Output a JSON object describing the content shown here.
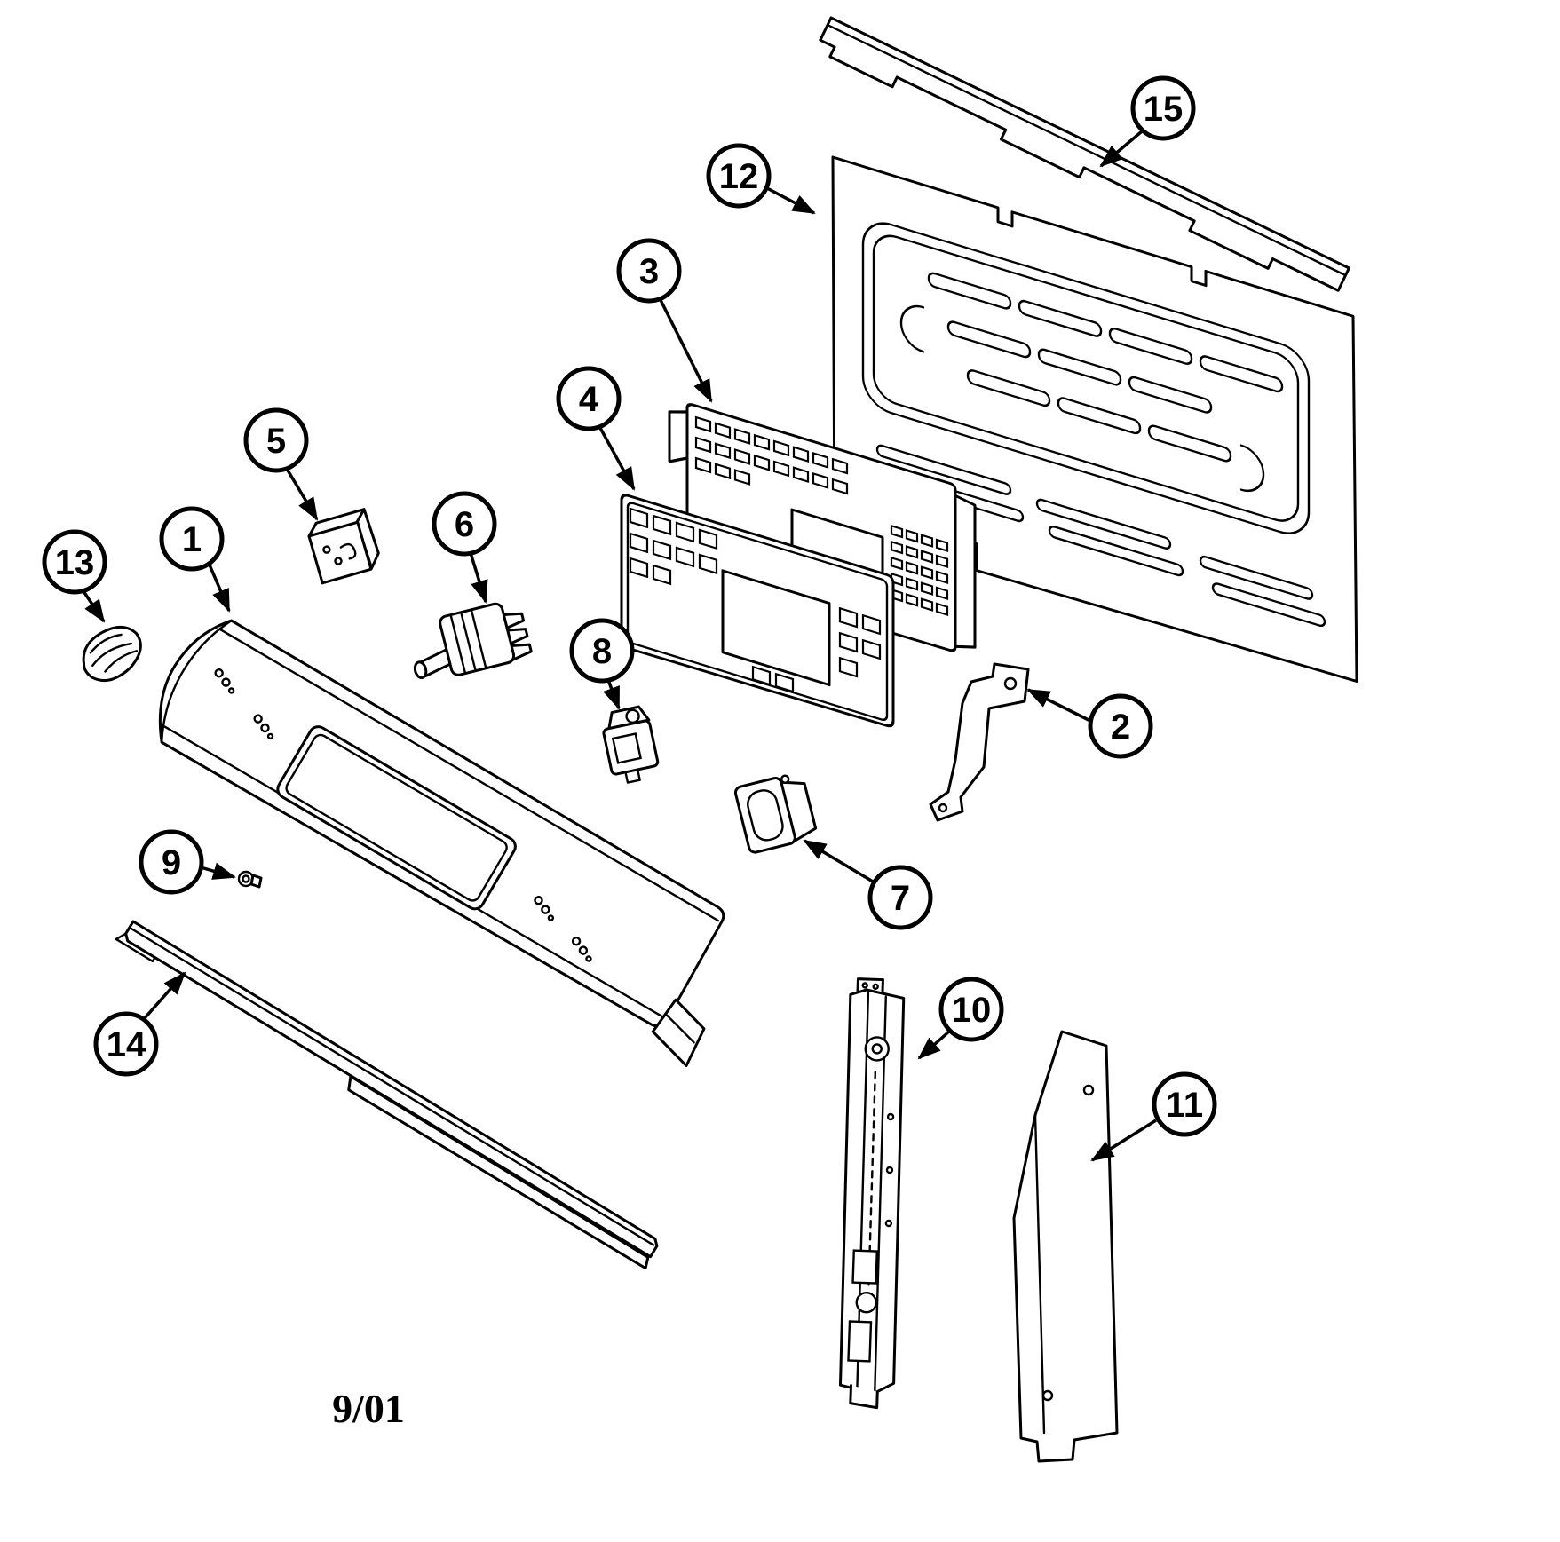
{
  "diagram": {
    "date_code": "9/01",
    "colors": {
      "line": "#000000",
      "background": "#ffffff"
    },
    "callouts": [
      {
        "label": "1"
      },
      {
        "label": "2"
      },
      {
        "label": "3"
      },
      {
        "label": "4"
      },
      {
        "label": "5"
      },
      {
        "label": "6"
      },
      {
        "label": "7"
      },
      {
        "label": "8"
      },
      {
        "label": "9"
      },
      {
        "label": "10"
      },
      {
        "label": "11"
      },
      {
        "label": "12"
      },
      {
        "label": "13"
      },
      {
        "label": "14"
      },
      {
        "label": "15"
      }
    ]
  }
}
